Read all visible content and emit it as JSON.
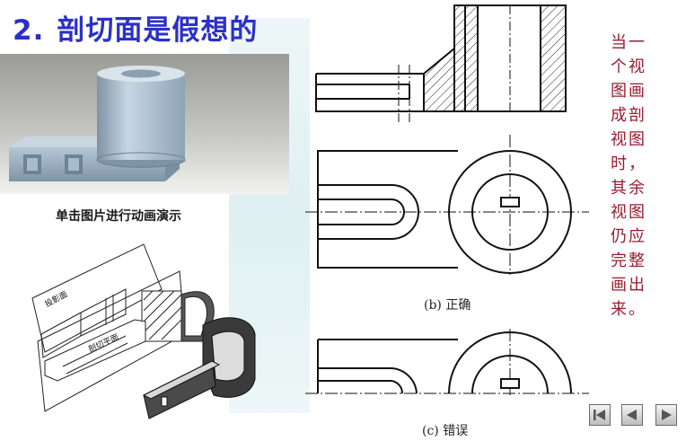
{
  "title": {
    "number": "2.",
    "text": "剖切面是假想的"
  },
  "photo_caption": "单击图片进行动画演示",
  "iso_labels": {
    "projection_plane": "投影面",
    "cutting_plane": "剖切平面"
  },
  "views": {
    "correct_caption": "(b) 正确",
    "wrong_caption": "(c) 错误"
  },
  "side_note_lines": [
    "当一",
    "个视",
    "图画",
    "成剖",
    "视图",
    "时，",
    "其余",
    "视图",
    "仍应",
    "完整",
    "画出",
    "来。"
  ],
  "nav": {
    "first_icon": "first-slide-icon",
    "prev_icon": "previous-slide-icon",
    "next_icon": "next-slide-icon"
  },
  "colors": {
    "title": "#2b30c8",
    "side_note": "#9b1b30",
    "model": "#9fb4c6"
  }
}
